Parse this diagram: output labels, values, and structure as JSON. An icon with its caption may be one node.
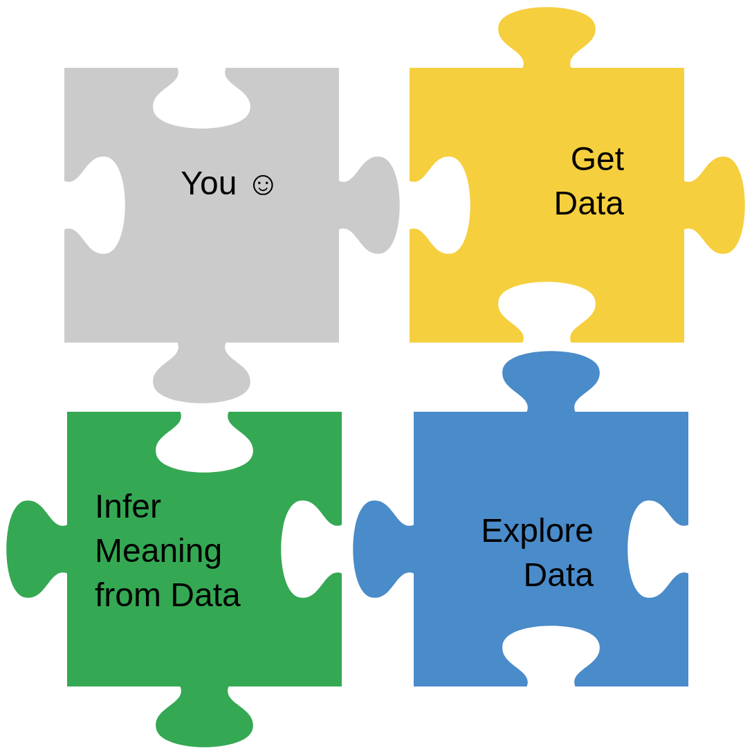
{
  "diagram": {
    "nodes": [
      {
        "text": [
          "You ☺"
        ]
      },
      {
        "text": [
          "Get Data"
        ]
      },
      {
        "text": [
          "Infer Meaning from Data"
        ]
      },
      {
        "text": [
          "Explore Data"
        ]
      }
    ]
  }
}
